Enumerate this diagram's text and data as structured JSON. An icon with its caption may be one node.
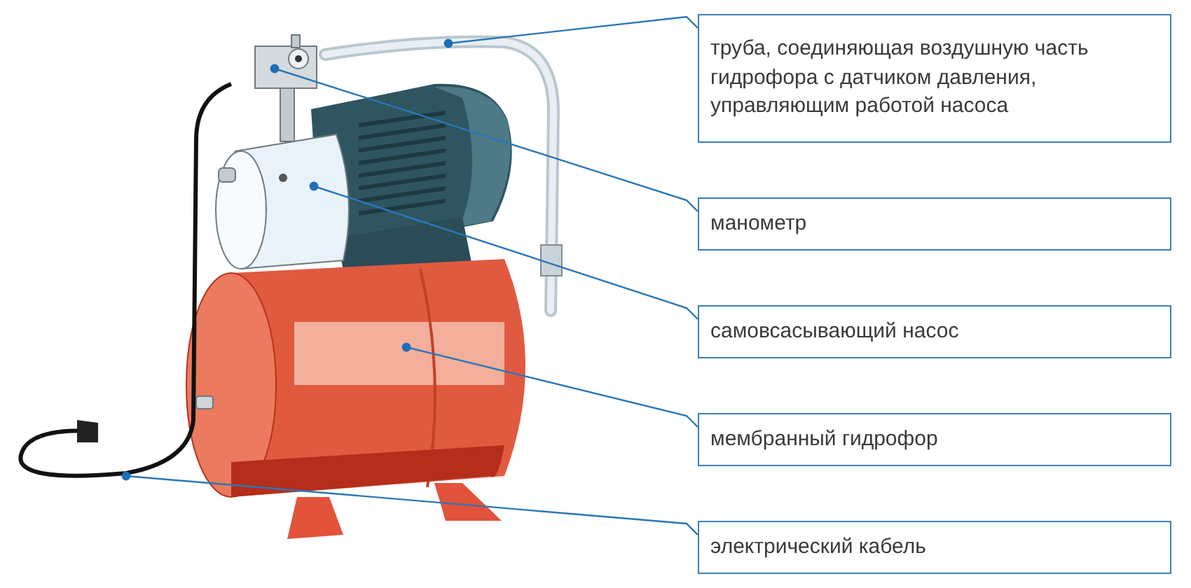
{
  "diagram": {
    "nodes": [
      {
        "text": [
          "труба, соединяющая воздушную часть гидрофора с датчиком давления, управляющим работой насоса"
        ]
      },
      {
        "text": [
          "манометр"
        ]
      },
      {
        "text": [
          "самовсасывающий насос"
        ]
      },
      {
        "text": [
          "мембранный гидрофор"
        ]
      },
      {
        "text": [
          "электрический кабель"
        ]
      },
      {
        "text": [],
        "shape": "picture"
      },
      {
        "text": [],
        "shape": "picture"
      },
      {
        "text": [],
        "shape": "picture"
      },
      {
        "text": [],
        "shape": "picture"
      },
      {
        "text": [],
        "shape": "picture"
      }
    ],
    "edges": [
      {
        "from": 0,
        "to": 5,
        "arrow": "other"
      },
      {
        "from": 1,
        "to": 6,
        "arrow": "other"
      },
      {
        "from": 2,
        "to": 7,
        "arrow": "other"
      },
      {
        "from": 3,
        "to": 8,
        "arrow": "other"
      },
      {
        "from": 4,
        "to": 9,
        "arrow": "other"
      }
    ]
  }
}
